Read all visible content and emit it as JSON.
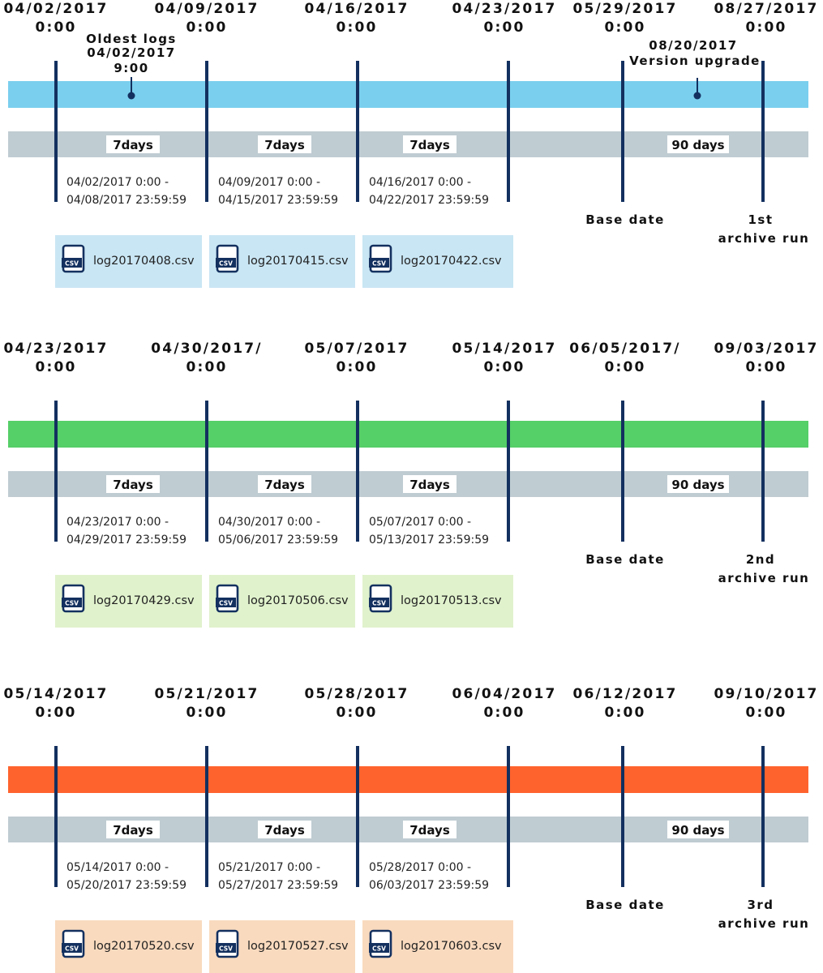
{
  "colors": {
    "line": "#13305f",
    "gray_band": "#bfccd2",
    "marker": "#13305f"
  },
  "diagram_icons": {
    "file_icon": "csv-file-icon"
  },
  "panels": [
    {
      "band_color": "#7acfee",
      "file_bg": "#c9e6f4",
      "headers": [
        [
          "04/02/2017",
          "0:00"
        ],
        [
          "04/09/2017",
          "0:00"
        ],
        [
          "04/16/2017",
          "0:00"
        ],
        [
          "04/23/2017",
          "0:00"
        ],
        [
          "05/29/2017",
          "0:00"
        ],
        [
          "08/27/2017",
          "0:00"
        ]
      ],
      "durations": [
        "7days",
        "7days",
        "7days",
        "90 days"
      ],
      "ranges": [
        [
          "04/02/2017 0:00 -",
          "04/08/2017 23:59:59"
        ],
        [
          "04/09/2017 0:00 -",
          "04/15/2017 23:59:59"
        ],
        [
          "04/16/2017 0:00 -",
          "04/22/2017 23:59:59"
        ]
      ],
      "base_label": "Base date",
      "run_label": [
        "1st",
        "archive run"
      ],
      "files": [
        "log20170408.csv",
        "log20170415.csv",
        "log20170422.csv"
      ],
      "csv_label": "CSV",
      "annotations": [
        {
          "lines": [
            "Oldest logs",
            "04/02/2017",
            "9:00"
          ]
        },
        {
          "lines": [
            "08/20/2017",
            "Version upgrade"
          ]
        }
      ]
    },
    {
      "band_color": "#55cf68",
      "file_bg": "#e0f2cc",
      "headers": [
        [
          "04/23/2017",
          "0:00"
        ],
        [
          "04/30/2017/",
          "0:00"
        ],
        [
          "05/07/2017",
          "0:00"
        ],
        [
          "05/14/2017",
          "0:00"
        ],
        [
          "06/05/2017/",
          "0:00"
        ],
        [
          "09/03/2017",
          "0:00"
        ]
      ],
      "durations": [
        "7days",
        "7days",
        "7days",
        "90 days"
      ],
      "ranges": [
        [
          "04/23/2017 0:00 -",
          "04/29/2017 23:59:59"
        ],
        [
          "04/30/2017 0:00 -",
          "05/06/2017 23:59:59"
        ],
        [
          "05/07/2017 0:00 -",
          "05/13/2017 23:59:59"
        ]
      ],
      "base_label": "Base date",
      "run_label": [
        "2nd",
        "archive run"
      ],
      "files": [
        "log20170429.csv",
        "log20170506.csv",
        "log20170513.csv"
      ],
      "csv_label": "CSV",
      "annotations": []
    },
    {
      "band_color": "#ff632d",
      "file_bg": "#f9dabe",
      "headers": [
        [
          "05/14/2017",
          "0:00"
        ],
        [
          "05/21/2017",
          "0:00"
        ],
        [
          "05/28/2017",
          "0:00"
        ],
        [
          "06/04/2017",
          "0:00"
        ],
        [
          "06/12/2017",
          "0:00"
        ],
        [
          "09/10/2017",
          "0:00"
        ]
      ],
      "durations": [
        "7days",
        "7days",
        "7days",
        "90 days"
      ],
      "ranges": [
        [
          "05/14/2017 0:00 -",
          "05/20/2017 23:59:59"
        ],
        [
          "05/21/2017 0:00 -",
          "05/27/2017 23:59:59"
        ],
        [
          "05/28/2017 0:00 -",
          "06/03/2017 23:59:59"
        ]
      ],
      "base_label": "Base date",
      "run_label": [
        "3rd",
        "archive run"
      ],
      "files": [
        "log20170520.csv",
        "log20170527.csv",
        "log20170603.csv"
      ],
      "csv_label": "CSV",
      "annotations": []
    }
  ]
}
